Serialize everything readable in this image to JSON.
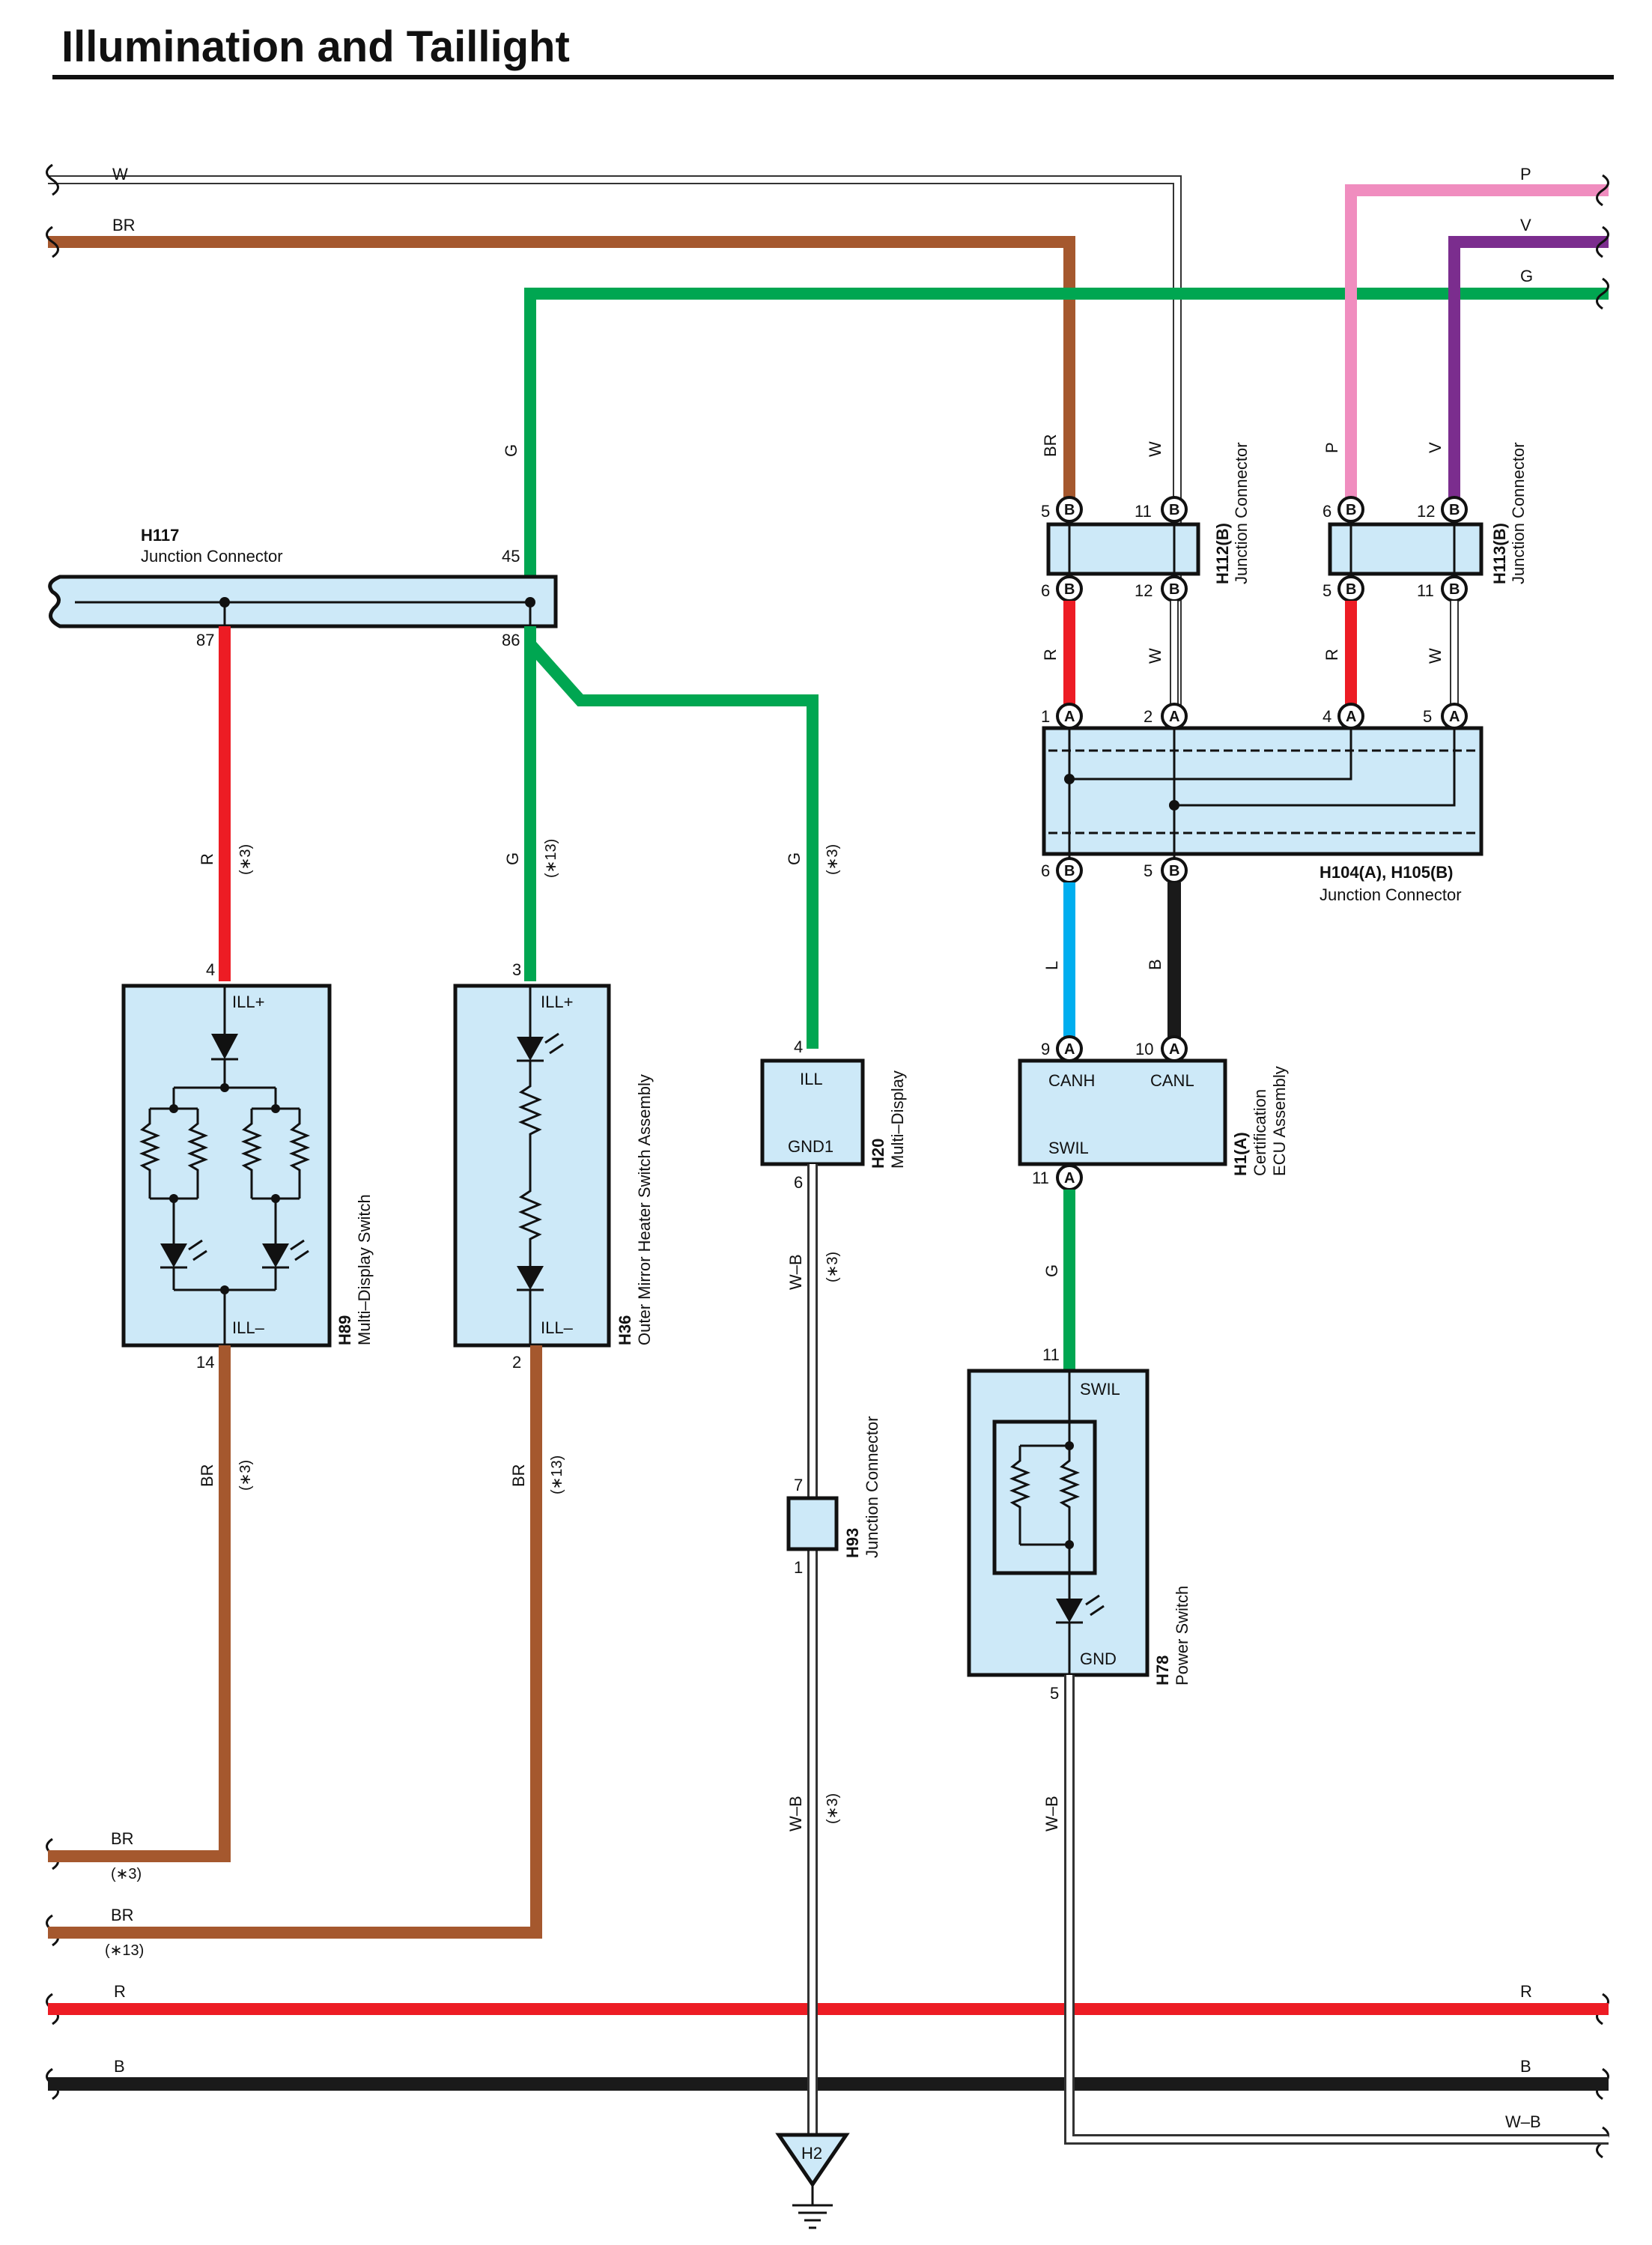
{
  "title": "Illumination and Taillight",
  "colors": {
    "W": "#ffffff",
    "BR": "#a5582e",
    "G": "#00a651",
    "P": "#f08dbf",
    "V": "#7b2d8e",
    "R": "#ed1c24",
    "B": "#1a1a1a",
    "L": "#00aeef",
    "box_fill": "#cde9f8"
  },
  "wires": {
    "w": "W",
    "br": "BR",
    "g": "G",
    "p": "P",
    "v": "V",
    "r": "R",
    "b": "B",
    "l": "L",
    "wb": "W–B",
    "note3": "(∗3)",
    "note13": "(∗13)"
  },
  "components": {
    "h117": {
      "code": "H117",
      "name": "Junction Connector",
      "pins": [
        "45",
        "87",
        "86"
      ]
    },
    "h112": {
      "code": "H112(B)",
      "name": "Junction Connector",
      "pins": [
        "5",
        "11",
        "6",
        "12"
      ],
      "connector": "B"
    },
    "h113": {
      "code": "H113(B)",
      "name": "Junction Connector",
      "pins": [
        "6",
        "12",
        "5",
        "11"
      ],
      "connector": "B"
    },
    "h104": {
      "code": "H104(A), H105(B)",
      "name": "Junction Connector",
      "pins_top": [
        "1",
        "2",
        "4",
        "5"
      ],
      "pins_bottom": [
        "6",
        "5"
      ],
      "conn_a": "A",
      "conn_b": "B"
    },
    "h89": {
      "code": "H89",
      "name": "Multi–Display Switch",
      "pins": [
        "4",
        "14"
      ],
      "terms": [
        "ILL+",
        "ILL–"
      ]
    },
    "h36": {
      "code": "H36",
      "name": "Outer Mirror Heater Switch Assembly",
      "pins": [
        "3",
        "2"
      ],
      "terms": [
        "ILL+",
        "ILL–"
      ]
    },
    "h20": {
      "code": "H20",
      "name": "Multi–Display",
      "pins": [
        "4",
        "6"
      ],
      "terms": [
        "ILL",
        "GND1"
      ]
    },
    "h1": {
      "code": "H1(A)",
      "name_line1": "Certification",
      "name_line2": "ECU Assembly",
      "pins": [
        "9",
        "10",
        "11"
      ],
      "terms": [
        "CANH",
        "CANL",
        "SWIL"
      ],
      "connector": "A"
    },
    "h93": {
      "code": "H93",
      "name": "Junction Connector",
      "pins": [
        "7",
        "1"
      ]
    },
    "h78": {
      "code": "H78",
      "name": "Power Switch",
      "pins": [
        "11",
        "5"
      ],
      "terms": [
        "SWIL",
        "GND"
      ]
    },
    "h2": {
      "code": "H2"
    }
  }
}
